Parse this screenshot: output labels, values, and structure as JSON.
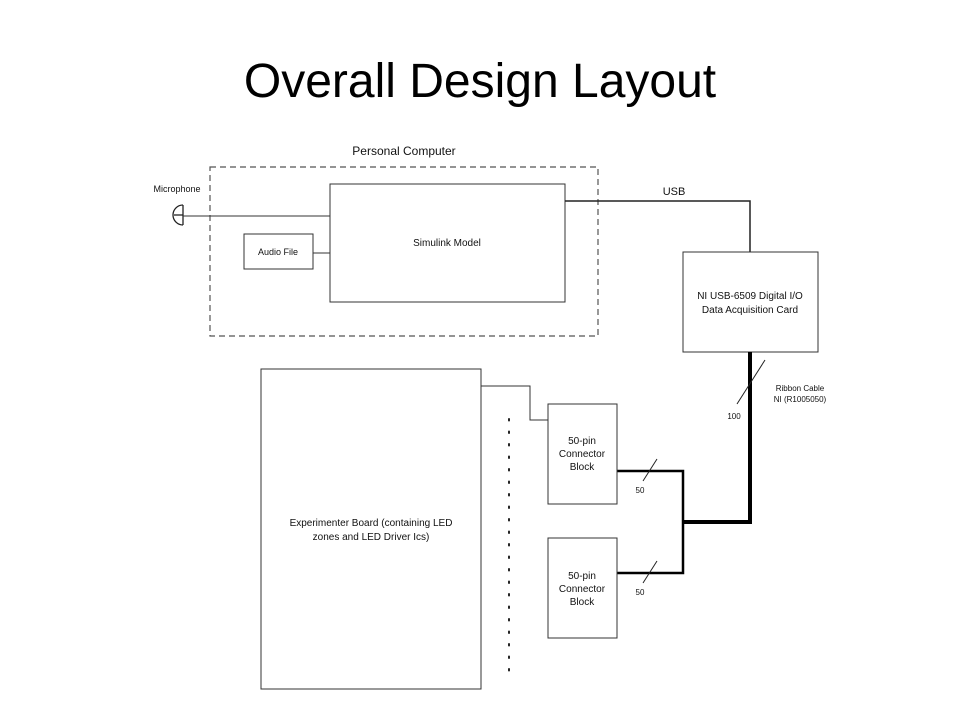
{
  "slide": {
    "title": "Overall Design Layout"
  },
  "diagram": {
    "personal_computer_label": "Personal Computer",
    "microphone_label": "Microphone",
    "audio_file_label": "Audio File",
    "simulink_model_label": "Simulink Model",
    "usb_label": "USB",
    "daq_card_label_line1": "NI USB-6509 Digital I/O",
    "daq_card_label_line2": "Data Acquisition Card",
    "ribbon_cable_label_line1": "Ribbon Cable",
    "ribbon_cable_label_line2": "NI (R1005050)",
    "ribbon_count_label": "100",
    "experimenter_board_label_line1": "Experimenter Board (containing LED",
    "experimenter_board_label_line2": "zones and LED Driver Ics)",
    "connector_block_1_line1": "50-pin",
    "connector_block_1_line2": "Connector",
    "connector_block_1_line3": "Block",
    "connector_block_2_line1": "50-pin",
    "connector_block_2_line2": "Connector",
    "connector_block_2_line3": "Block",
    "connector_1_count_label": "50",
    "connector_2_count_label": "50"
  }
}
